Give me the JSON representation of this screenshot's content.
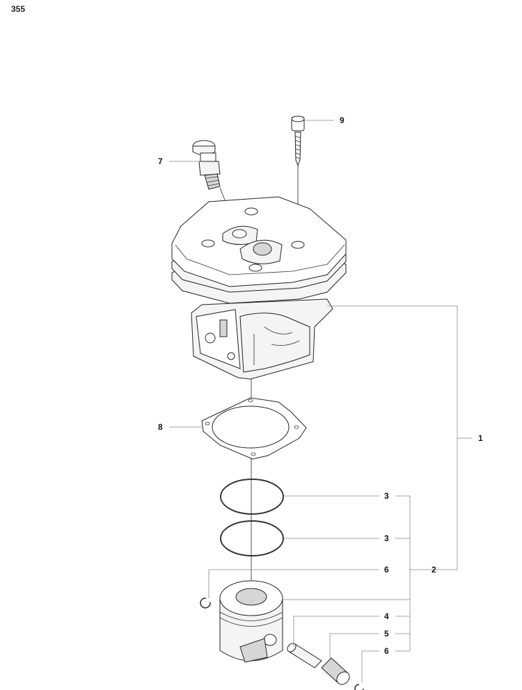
{
  "page_number": "355",
  "callouts": {
    "c1": "1",
    "c2": "2",
    "c3a": "3",
    "c3b": "3",
    "c4": "4",
    "c5": "5",
    "c6a": "6",
    "c6b": "6",
    "c7": "7",
    "c8": "8",
    "c9": "9"
  }
}
